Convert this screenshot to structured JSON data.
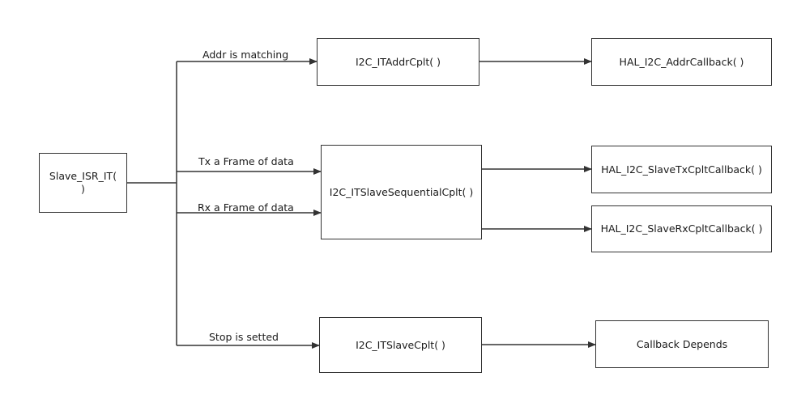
{
  "nodes": {
    "slave_isr": "Slave_ISR_IT( )",
    "addr_cplt": "I2C_ITAddrCplt( )",
    "addr_callback": "HAL_I2C_AddrCallback( )",
    "seq_cplt": "I2C_ITSlaveSequentialCplt( )",
    "tx_callback": "HAL_I2C_SlaveTxCpltCallback( )",
    "rx_callback": "HAL_I2C_SlaveRxCpltCallback( )",
    "slave_cplt": "I2C_ITSlaveCplt( )",
    "callback_depends": "Callback Depends"
  },
  "edges": {
    "addr_matching": "Addr is matching",
    "tx_frame": "Tx a Frame of data",
    "rx_frame": "Rx a Frame of data",
    "stop_setted": "Stop is setted"
  },
  "colors": {
    "line": "#333333",
    "background": "#ffffff"
  }
}
